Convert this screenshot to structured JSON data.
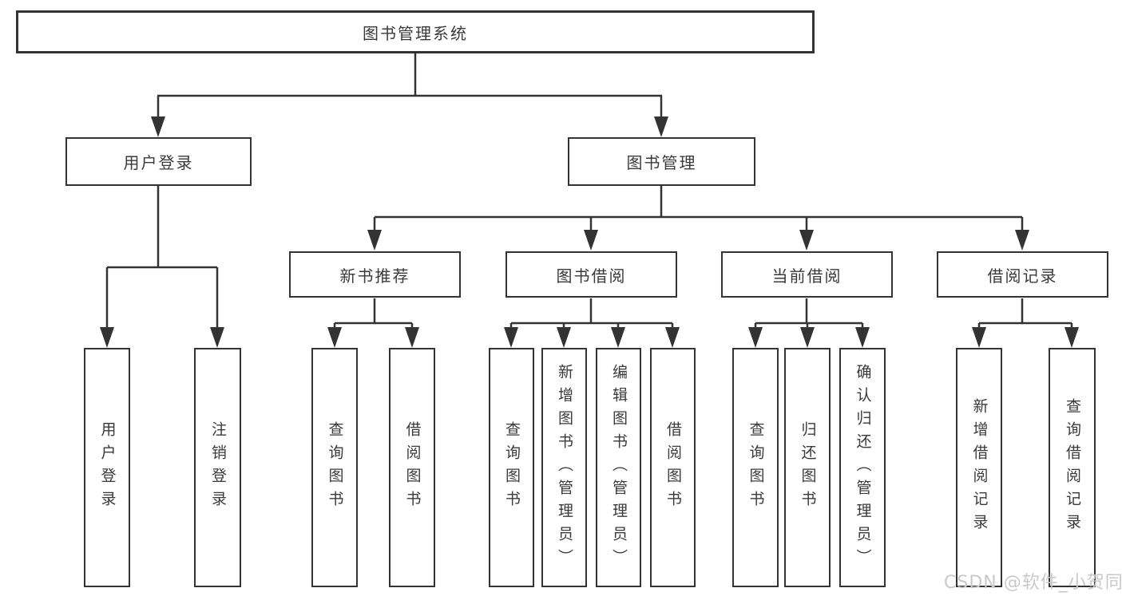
{
  "diagram": {
    "title": "图书管理系统",
    "root": {
      "label": "图书管理系统"
    },
    "branches": [
      {
        "label": "用户登录",
        "children": [
          {
            "label": "用户登录"
          },
          {
            "label": "注销登录"
          }
        ]
      },
      {
        "label": "图书管理",
        "children": [
          {
            "label": "新书推荐",
            "children": [
              {
                "label": "查询图书"
              },
              {
                "label": "借阅图书"
              }
            ]
          },
          {
            "label": "图书借阅",
            "children": [
              {
                "label": "查询图书"
              },
              {
                "label": "新增图书（管理员）"
              },
              {
                "label": "编辑图书（管理员）"
              },
              {
                "label": "借阅图书"
              }
            ]
          },
          {
            "label": "当前借阅",
            "children": [
              {
                "label": "查询图书"
              },
              {
                "label": "归还图书"
              },
              {
                "label": "确认归还（管理员）"
              }
            ]
          },
          {
            "label": "借阅记录",
            "children": [
              {
                "label": "新增借阅记录"
              },
              {
                "label": "查询借阅记录"
              }
            ]
          }
        ]
      }
    ]
  },
  "watermark": "CSDN @软件_小贺同学",
  "colors": {
    "line": "#333333",
    "text": "#3a3a3a",
    "box_background": "#ffffff",
    "page_background": "#ffffff",
    "watermark": "#c9c9c9"
  }
}
